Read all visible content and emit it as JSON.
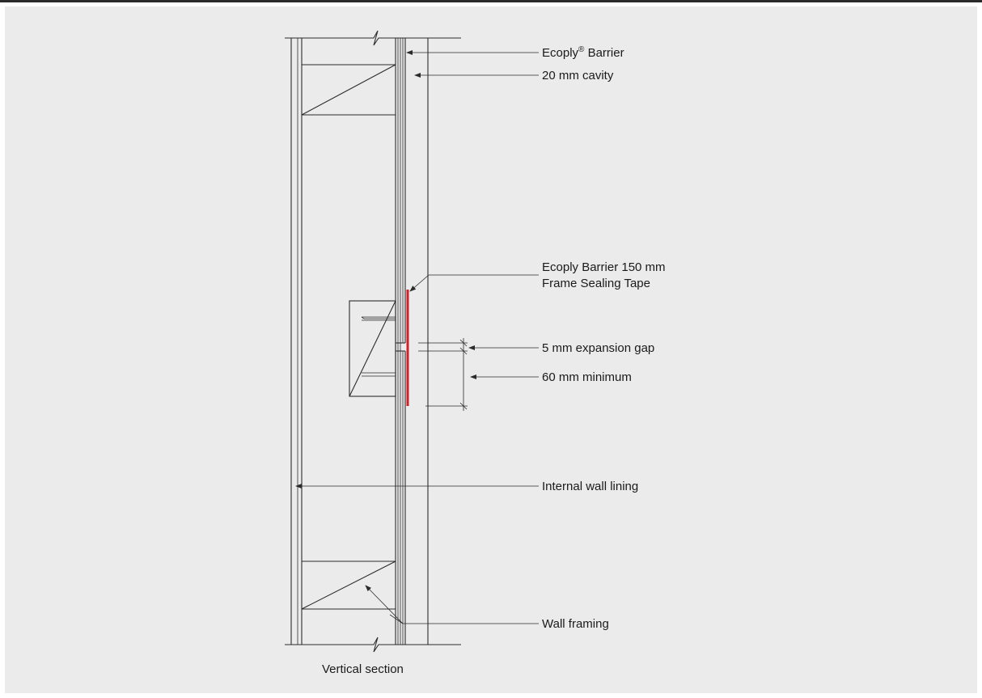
{
  "diagram": {
    "caption": "Vertical section",
    "labels": {
      "ecoply_barrier_name": "Ecoply",
      "ecoply_barrier_reg": "®",
      "ecoply_barrier_suffix": " Barrier",
      "cavity": "20 mm cavity",
      "tape_line1": "Ecoply Barrier 150 mm",
      "tape_line2": "Frame Sealing Tape",
      "expansion_gap": "5 mm expansion gap",
      "minimum": "60 mm minimum",
      "internal_lining": "Internal wall lining",
      "wall_framing": "Wall framing"
    },
    "colors": {
      "background": "#ebebeb",
      "line": "#2b2b2b",
      "tape": "#d0202a"
    }
  }
}
